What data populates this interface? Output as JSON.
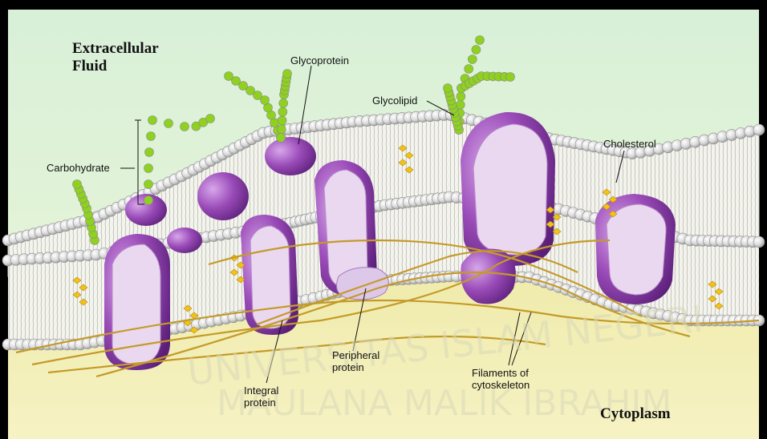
{
  "diagram": {
    "regions": {
      "extracellular": "Extracellular\nFluid",
      "cytoplasm": "Cytoplasm"
    },
    "labels": {
      "glycoprotein": "Glycoprotein",
      "glycolipid": "Glycolipid",
      "carbohydrate": "Carbohydrate",
      "cholesterol": "Cholesterol",
      "integral_protein": "Integral\nprotein",
      "peripheral_protein": "Peripheral\nprotein",
      "filaments": "Filaments of\ncytoskeleton"
    },
    "watermark": {
      "arc_text": "UNIVERSITAS ISLAM NEGERI",
      "inner_text": "MAULANA MALIK IBRAHIM"
    },
    "colors": {
      "frame": "#000000",
      "extracellular": "#dff2dc",
      "cytoplasm": "#f2f0b4",
      "protein": "#9b4fb8",
      "protein_cut": "#e6d6ee",
      "lipid_head": "#e4e4e4",
      "carbohydrate": "#8fd11f",
      "cholesterol": "#f2c21a",
      "filament": "#c49a28"
    }
  }
}
